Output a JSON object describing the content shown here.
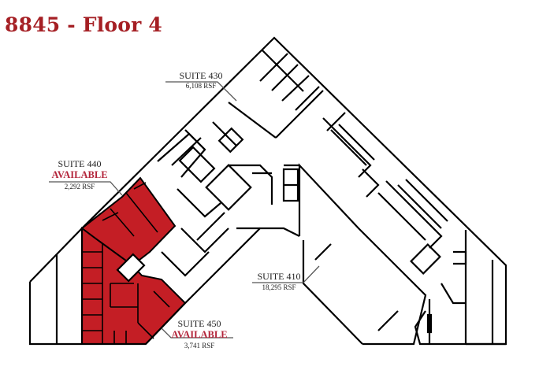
{
  "title": "8845 - Floor 4",
  "colors": {
    "title": "#a51f24",
    "available_fill": "#c41e25",
    "available_text": "#b3243a",
    "walls": "#000000"
  },
  "suites": [
    {
      "id": "430",
      "name": "SUITE 430",
      "status": "",
      "rsf": "6,108 RSF"
    },
    {
      "id": "440",
      "name": "SUITE 440",
      "status": "AVAILABLE",
      "rsf": "2,292 RSF"
    },
    {
      "id": "410",
      "name": "SUITE 410",
      "status": "",
      "rsf": "18,295 RSF"
    },
    {
      "id": "450",
      "name": "SUITE 450",
      "status": "AVAILABLE",
      "rsf": "3,741 RSF"
    }
  ]
}
